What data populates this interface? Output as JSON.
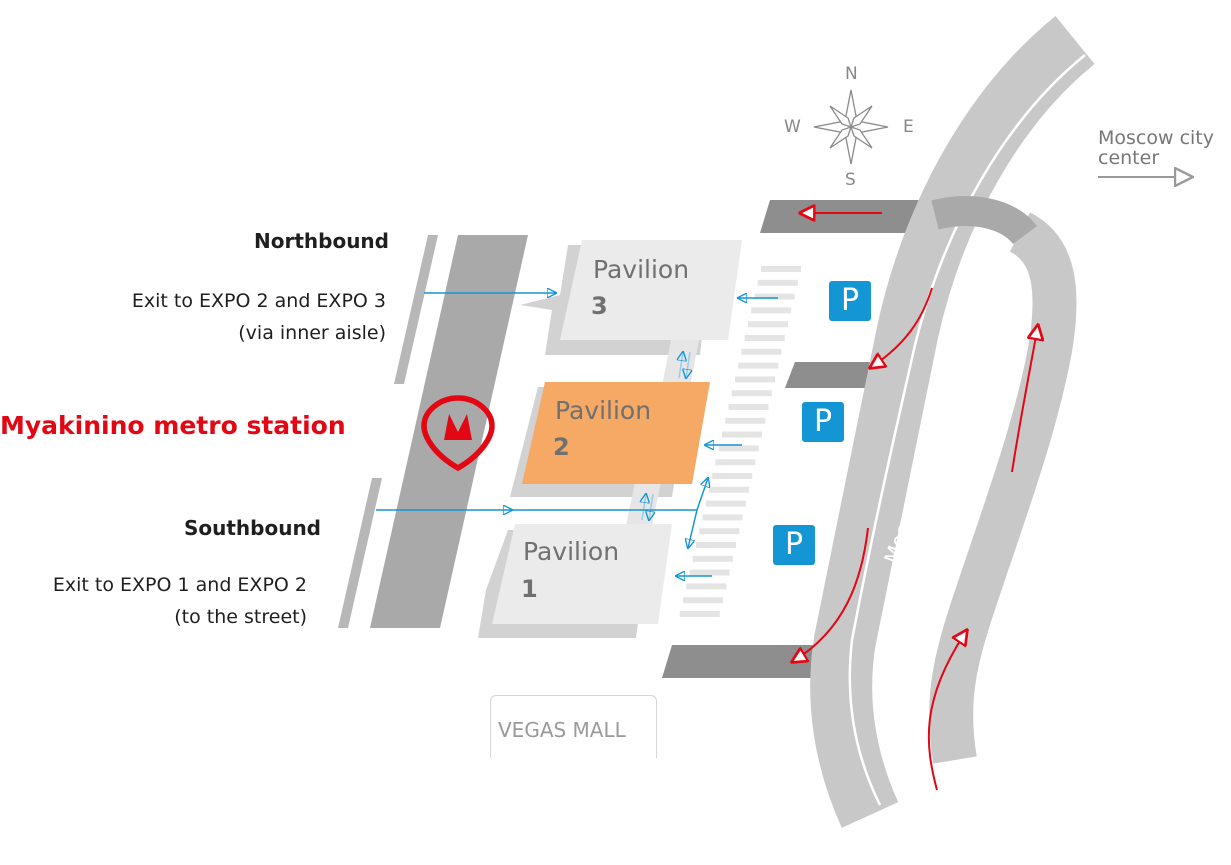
{
  "compass": {
    "n": "N",
    "s": "S",
    "e": "E",
    "w": "W"
  },
  "city_center": {
    "line1": "Moscow city",
    "line2": "center"
  },
  "northbound": {
    "title": "Northbound",
    "exit_line1": "Exit to EXPO 2 and EXPO 3",
    "exit_line2": "(via inner aisle)"
  },
  "station": {
    "name": "Myakinino metro station"
  },
  "southbound": {
    "title": "Southbound",
    "exit_line1": "Exit to EXPO 1 and EXPO 2",
    "exit_line2": "(to the street)"
  },
  "pavilions": [
    {
      "name": "Pavilion",
      "number": "3"
    },
    {
      "name": "Pavilion",
      "number": "2"
    },
    {
      "name": "Pavilion",
      "number": "1"
    }
  ],
  "parking": {
    "label": "P"
  },
  "road": {
    "label": "Moscow Ring Road (MKAD)"
  },
  "mall": {
    "label": "VEGAS MALL"
  },
  "colors": {
    "metro_red": "#e30613",
    "highlight_pavilion": "#f5a964",
    "pavilion": "#e6e6e6",
    "parking_blue": "#1596d4",
    "road_gray": "#c8c8c8",
    "arrow_blue": "#1596d4"
  }
}
